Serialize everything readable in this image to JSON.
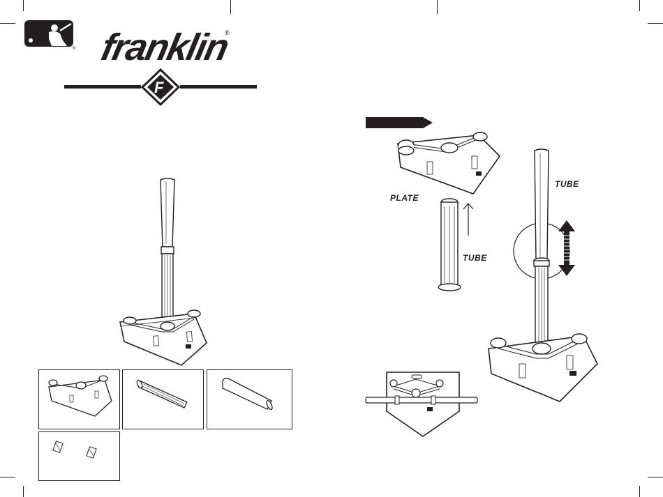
{
  "brand": {
    "name": "franklin",
    "registered_mark": "®"
  },
  "labels": {
    "plate": "PLATE",
    "tube_lower": "TUBE",
    "tube_upper": "TUBE"
  },
  "icons": [
    "mlb-logo-icon",
    "franklin-f-emblem-icon",
    "arrow-right-banner-icon",
    "arrow-up-icon",
    "double-arrow-vertical-icon"
  ],
  "colors": {
    "ink": "#231f20",
    "paper": "#ffffff"
  }
}
